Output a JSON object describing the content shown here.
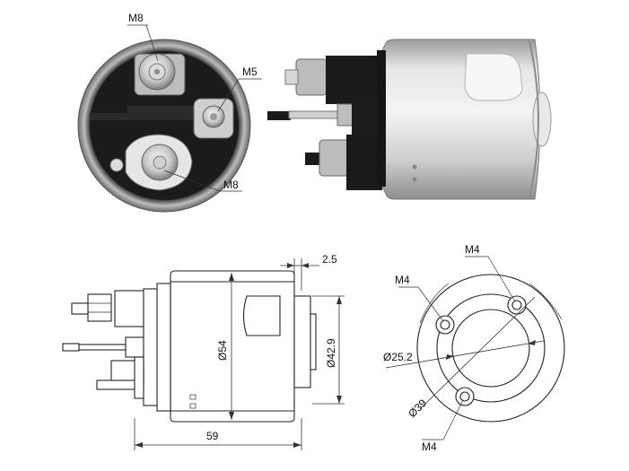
{
  "photo_front": {
    "labels": {
      "top_stud": "M8",
      "small_stud": "M5",
      "bottom_stud": "M8"
    }
  },
  "side_view": {
    "dims": {
      "gap": "2.5",
      "body_diameter": "Ø54",
      "boss_diameter": "Ø42.9",
      "length": "59"
    }
  },
  "flange_view": {
    "dims": {
      "bolt_top_left": "M4",
      "bolt_top_right": "M4",
      "bolt_bottom": "M4",
      "inner_diameter": "Ø25.2",
      "bolt_circle": "Ø39"
    }
  },
  "colors": {
    "line": "#222222",
    "photo_dark": "#1a1a1a",
    "photo_metal": "#c8c8c8"
  }
}
